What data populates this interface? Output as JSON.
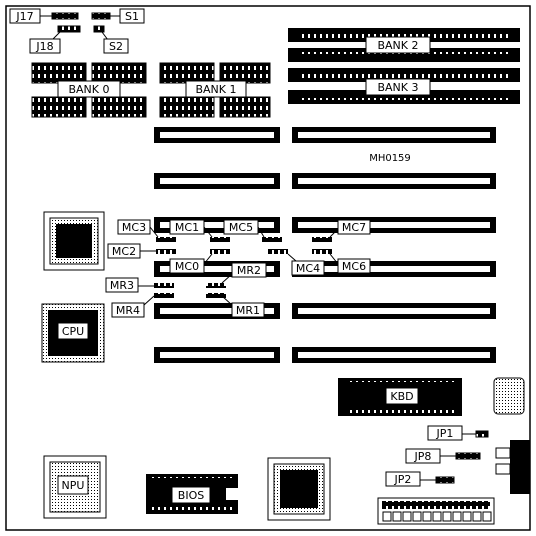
{
  "labels": {
    "j17": "J17",
    "j18": "J18",
    "s1": "S1",
    "s2": "S2",
    "bank0": "BANK 0",
    "bank1": "BANK 1",
    "bank2": "BANK 2",
    "bank3": "BANK 3",
    "model": "MH0159",
    "mc0": "MC0",
    "mc1": "MC1",
    "mc2": "MC2",
    "mc3": "MC3",
    "mc4": "MC4",
    "mc5": "MC5",
    "mc6": "MC6",
    "mc7": "MC7",
    "mr1": "MR1",
    "mr2": "MR2",
    "mr3": "MR3",
    "mr4": "MR4",
    "cpu": "CPU",
    "npu": "NPU",
    "bios": "BIOS",
    "kbd": "KBD",
    "jp1": "JP1",
    "jp2": "JP2",
    "jp8": "JP8"
  }
}
